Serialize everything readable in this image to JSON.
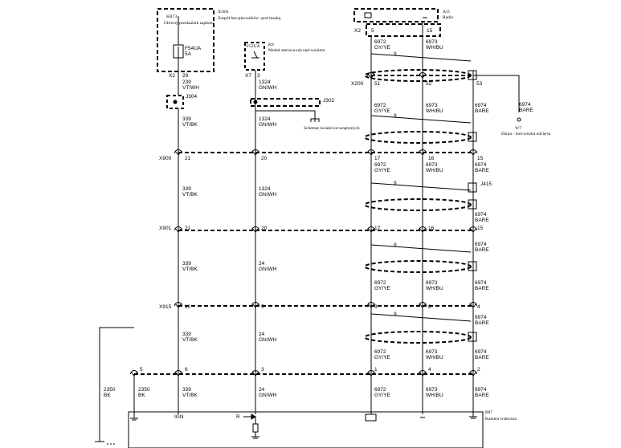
{
  "components": {
    "kr73": {
      "id": "KR73",
      "name": "Główny przekaźnik zapłonu"
    },
    "x50a": {
      "id": "X50A",
      "name": "Zespół bez-pieczników -pod maską"
    },
    "fuse": {
      "id": "F54UA",
      "rating": "5A"
    },
    "k9": {
      "id": "K9",
      "name": "Moduł sterowa-nia nad-woziem",
      "fuse": "F52UA"
    },
    "a11": {
      "id": "A11",
      "name": "Radio"
    },
    "j304": {
      "id": "J304"
    },
    "j302": {
      "id": "J302"
    },
    "lighting": {
      "name": "Schemat świateł ze-wnętrznych"
    },
    "w7": {
      "id": "W7",
      "name": "Ekran - koń-cówka odcię-ta"
    },
    "j415": {
      "id": "J415"
    },
    "b87": {
      "id": "B87",
      "name": "Kamera wsteczna"
    }
  },
  "connectors": {
    "x2_top": {
      "id": "X2",
      "pin": "29"
    },
    "x7": {
      "id": "X7",
      "pin": "3"
    },
    "x2_radio": {
      "id": "X2",
      "pins": [
        "5",
        "15"
      ]
    },
    "x200": {
      "id": "X200",
      "pins": [
        "51",
        "52",
        "53"
      ]
    },
    "x900": {
      "id": "X900",
      "pins": [
        "21",
        "20",
        "17",
        "16",
        "15"
      ]
    },
    "x901": {
      "id": "X901",
      "pins": [
        "21",
        "20",
        "17",
        "16",
        "15"
      ]
    },
    "x915": {
      "id": "X915",
      "pins": [
        "10",
        "5",
        "3",
        "8",
        "4"
      ]
    },
    "x_bottom": {
      "pins": [
        "5",
        "6",
        "3",
        "1",
        "4",
        "2"
      ]
    }
  },
  "wires": {
    "ign_top": {
      "circuit": "239",
      "color": "VT/WH"
    },
    "ign": {
      "circuit": "339",
      "color": "VT/BK"
    },
    "r_top": {
      "circuit": "1324",
      "color": "GN/WH"
    },
    "r": {
      "circuit": "24",
      "color": "GN/WH"
    },
    "video_pos": {
      "circuit": "6972",
      "color": "GY/YE"
    },
    "video_neg": {
      "circuit": "6973",
      "color": "WH/BU"
    },
    "drain": {
      "circuit": "6974",
      "color": "BARE"
    },
    "gnd": {
      "circuit": "2350",
      "color": "BK"
    },
    "twist": "9"
  },
  "camera_pins": {
    "ign": "IGN",
    "r": "R"
  }
}
